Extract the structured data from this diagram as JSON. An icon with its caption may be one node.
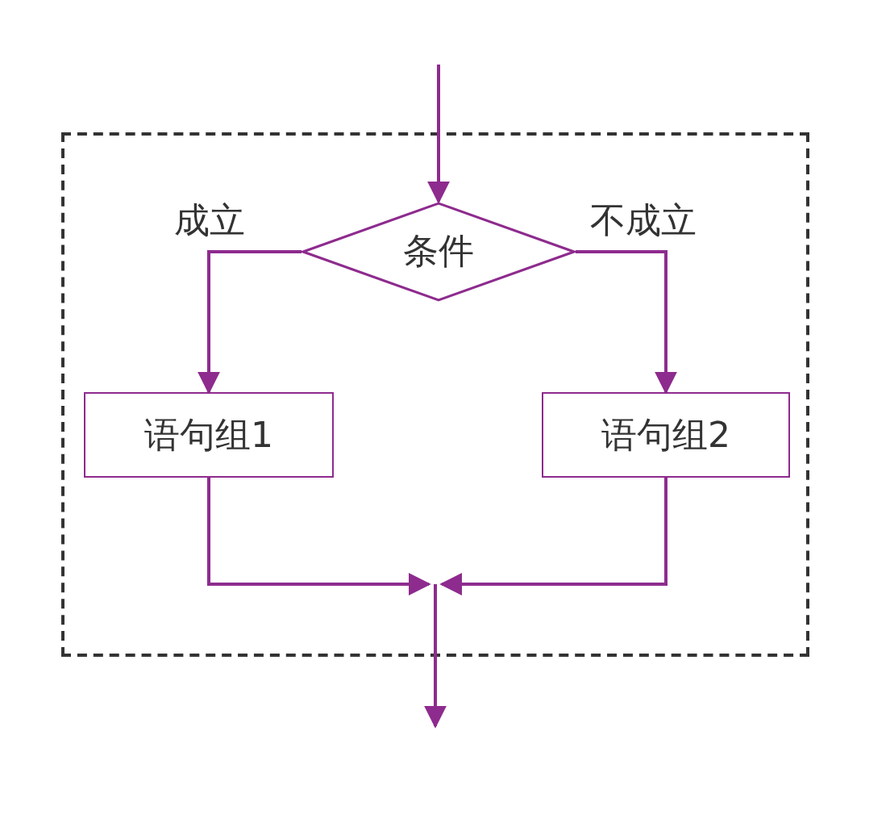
{
  "diagram": {
    "nodes": [
      {
        "text": [],
        "shape": "box"
      },
      {
        "text": [
          "条件"
        ],
        "in": 0
      },
      {
        "text": [
          "语句组1"
        ],
        "in": 0
      },
      {
        "text": [
          "语句组2"
        ],
        "in": 0
      }
    ],
    "edges": [
      {
        "from": null,
        "to": 1,
        "arrow": "to"
      },
      {
        "from": 1,
        "to": 2,
        "arrow": "to",
        "label": "成立"
      },
      {
        "from": 1,
        "to": 3,
        "arrow": "to",
        "label": "不成立"
      },
      {
        "from": 2,
        "to": null,
        "arrow": "to"
      },
      {
        "from": 3,
        "to": null,
        "arrow": "to"
      }
    ]
  }
}
